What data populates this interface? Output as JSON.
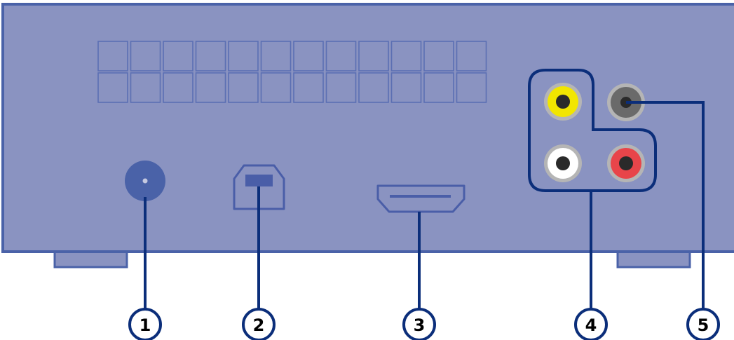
{
  "callouts": [
    {
      "number": "1",
      "component": "power-connector"
    },
    {
      "number": "2",
      "component": "usb-port"
    },
    {
      "number": "3",
      "component": "hdmi-port"
    },
    {
      "number": "4",
      "component": "composite-av-outputs"
    },
    {
      "number": "5",
      "component": "s-pdif-audio-output"
    }
  ],
  "colors": {
    "panel_fill": "#8a93c1",
    "panel_border": "#4a62a8",
    "outline": "#0b2e7a",
    "port_stroke": "#4a5ea8",
    "vent_stroke": "#5b6fb3",
    "rca_yellow": "#f2e600",
    "rca_white": "#ffffff",
    "rca_red": "#e8454a",
    "rca_gray": "#6a6a6a",
    "rca_ring": "#b5b5b5",
    "jack_center": "#2a2a2a"
  },
  "icons": {
    "vent": "vent-grille",
    "power": "dc-power-jack",
    "usb": "usb-b-port",
    "hdmi": "hdmi-port",
    "rca": "rca-jack"
  }
}
